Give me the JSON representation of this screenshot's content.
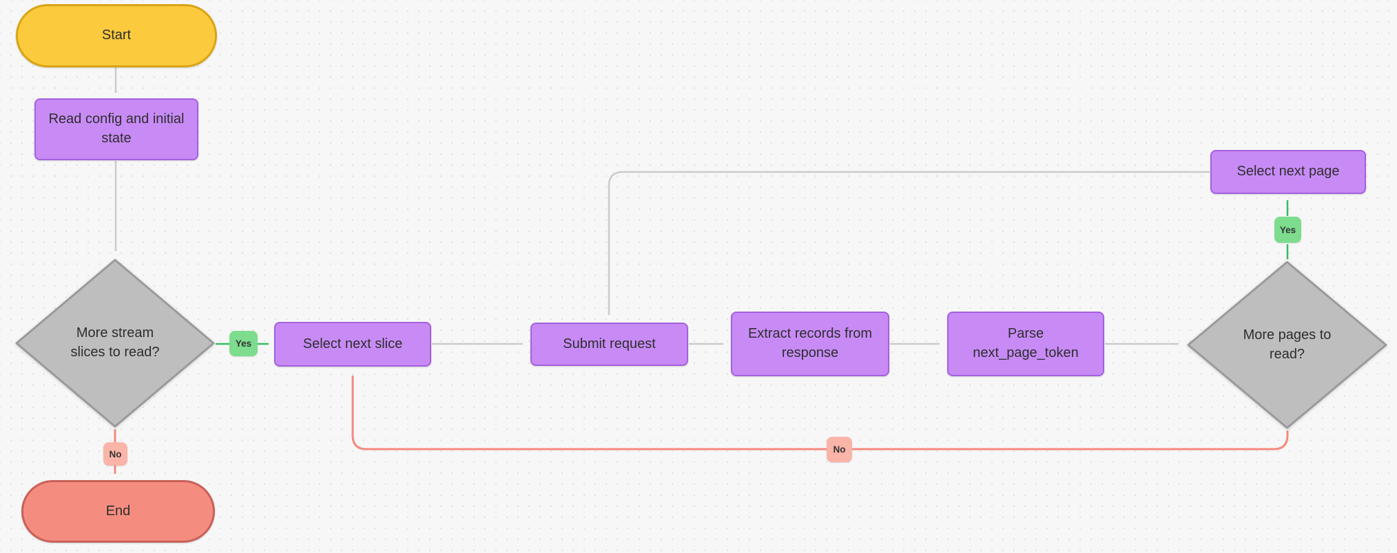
{
  "nodes": {
    "start": {
      "label": "Start",
      "type": "terminal"
    },
    "read_config": {
      "label": "Read config and initial\nstate",
      "type": "process"
    },
    "more_slices": {
      "label": "More stream\nslices to read?",
      "type": "decision"
    },
    "select_next_slice": {
      "label": "Select next slice",
      "type": "process"
    },
    "submit_request": {
      "label": "Submit request",
      "type": "process"
    },
    "extract_records": {
      "label": "Extract records from\nresponse",
      "type": "process"
    },
    "parse_next_page_token": {
      "label": "Parse\nnext_page_token",
      "type": "process"
    },
    "more_pages": {
      "label": "More pages to\nread?",
      "type": "decision"
    },
    "select_next_page": {
      "label": "Select next page",
      "type": "process"
    },
    "end": {
      "label": "End",
      "type": "terminal"
    }
  },
  "edge_labels": {
    "more_slices_yes": "Yes",
    "more_slices_no": "No",
    "more_pages_yes": "Yes",
    "more_pages_no": "No"
  },
  "colors": {
    "background": "#f7f7f8",
    "grid_dot": "#e1e1e3",
    "start_fill": "#fbca3d",
    "start_border": "#d9a414",
    "end_fill": "#f48d80",
    "end_border": "#c96058",
    "process_fill": "#c88bf6",
    "process_border": "#a560dd",
    "decision_fill": "#bebebe",
    "decision_border": "#9a9a9a",
    "edge_gray": "#cbcbcb",
    "edge_green": "#35bd5e",
    "edge_red": "#f5897c",
    "label_yes_fill": "#7ddc8e",
    "label_no_fill": "#fab4a8",
    "text": "#2e2e2e"
  }
}
